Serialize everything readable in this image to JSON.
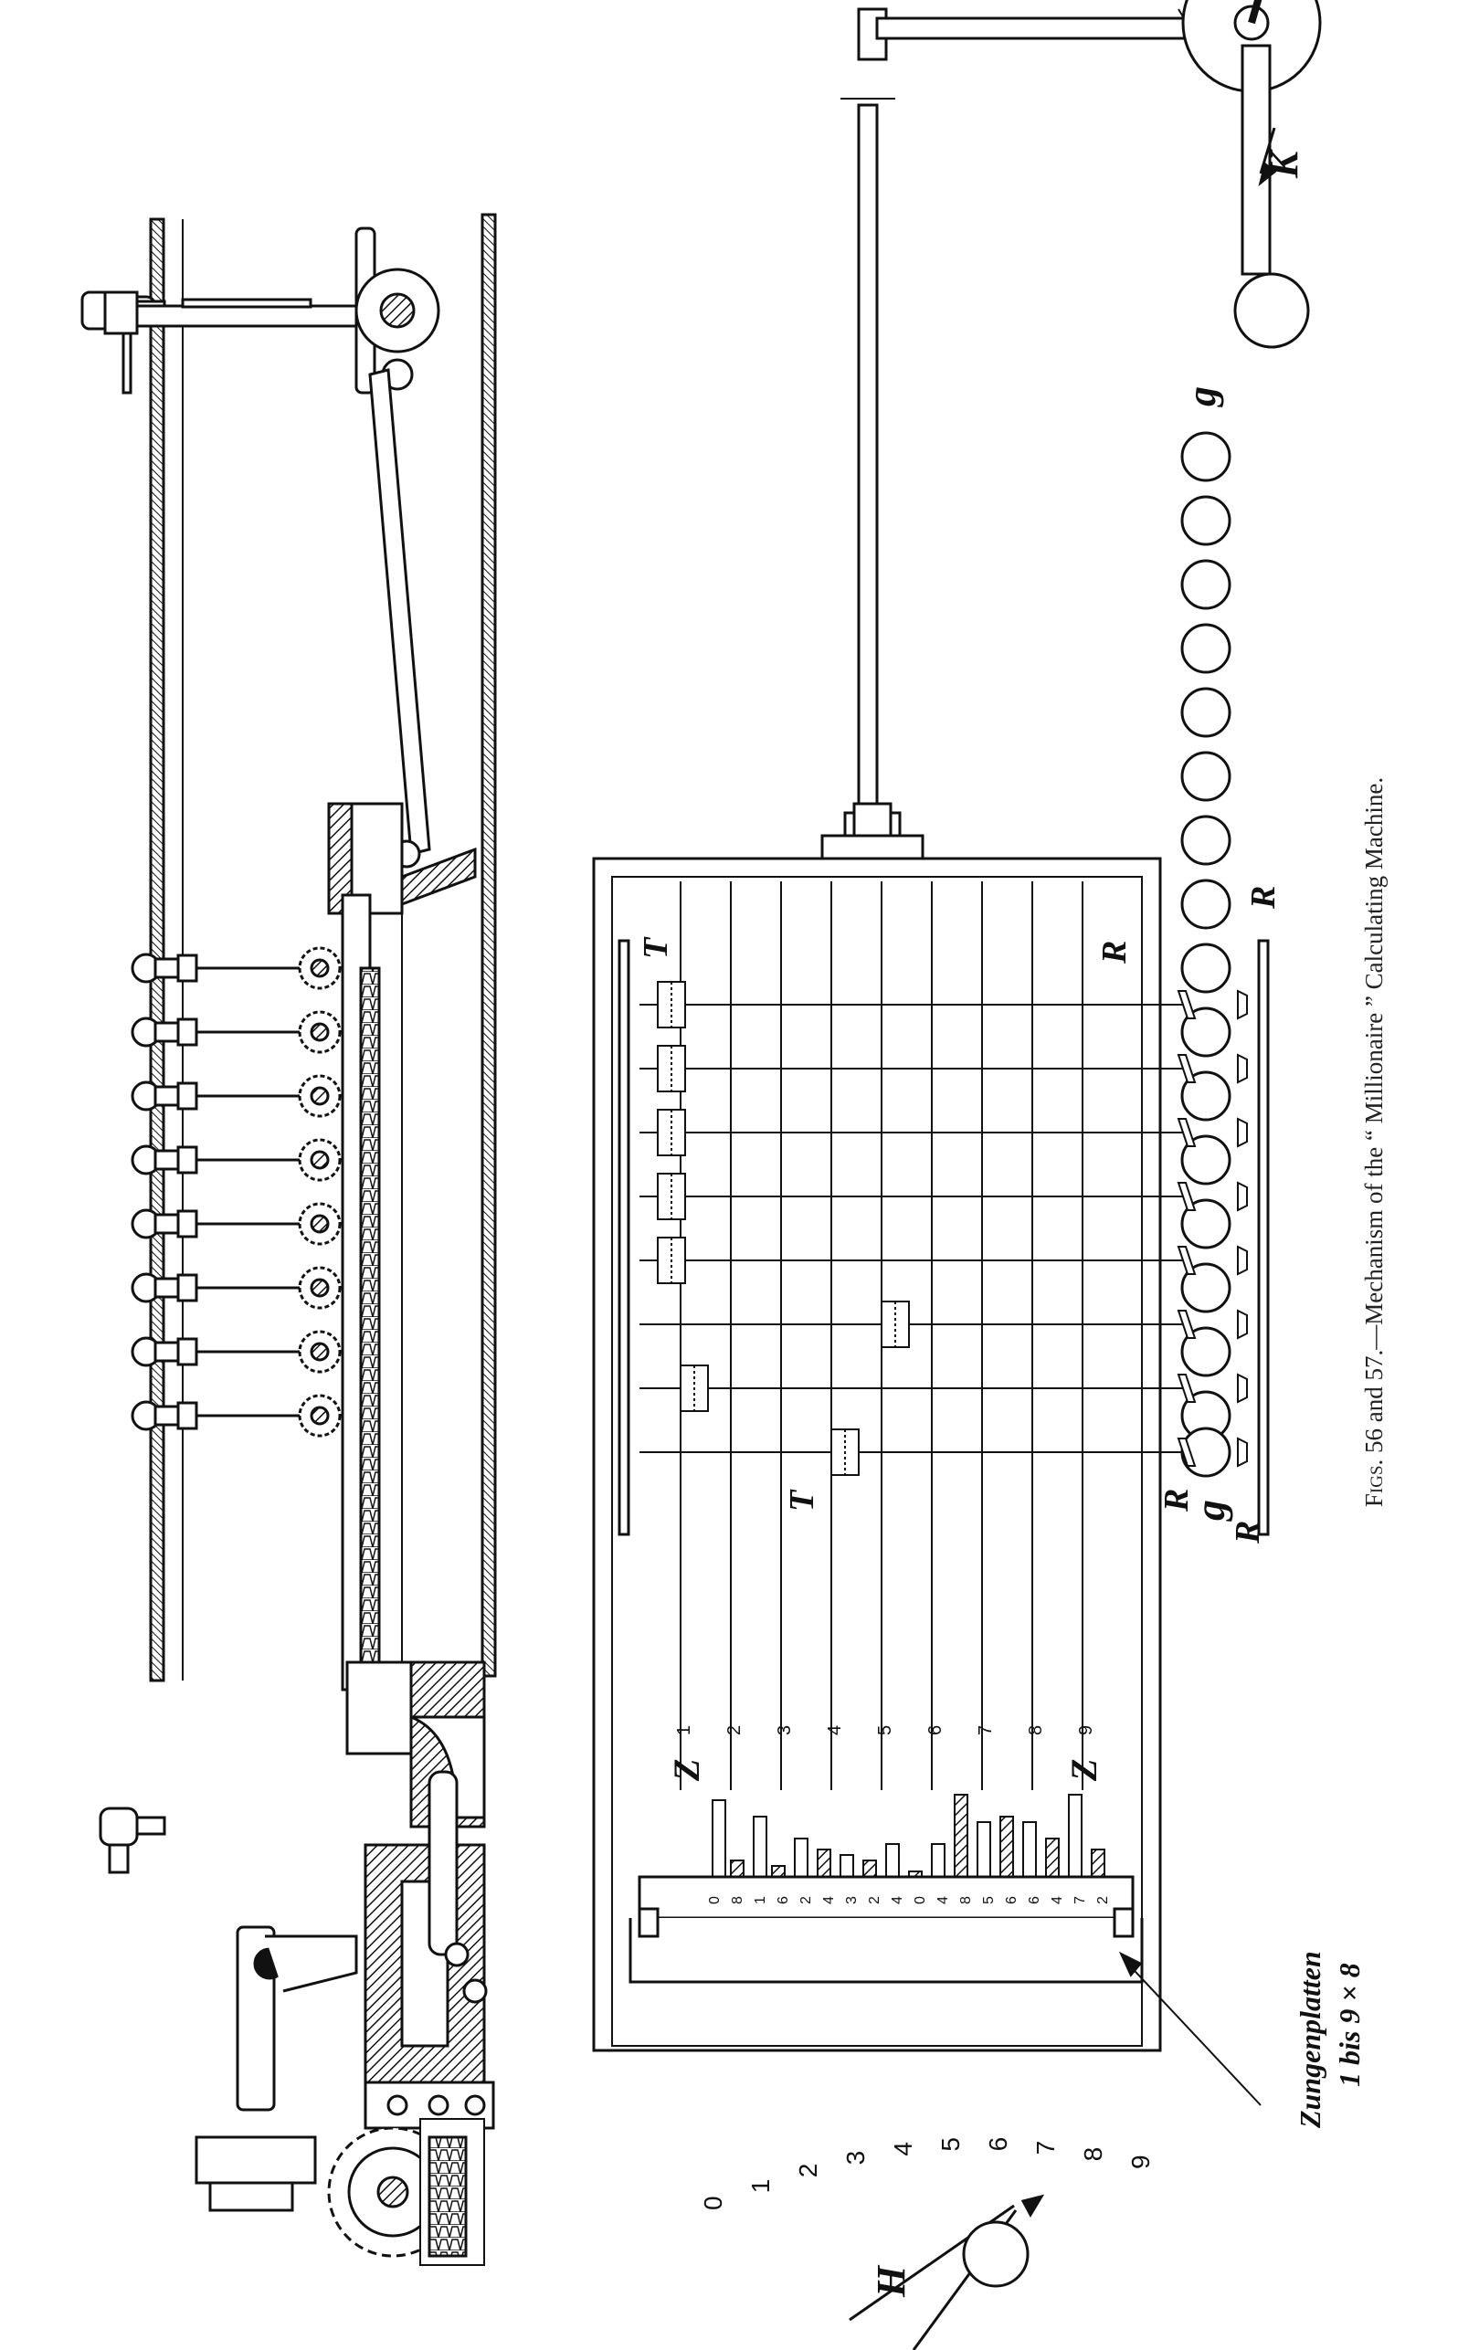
{
  "caption": {
    "prefix": "Figs.",
    "text": "56 and 57.—Mechanism of the “ Millionaire ” Calculating Machine."
  },
  "labels": {
    "K": "K",
    "g": "g",
    "R": "R",
    "T": "T",
    "Z": "Z",
    "H": "H"
  },
  "plate_annotation": {
    "line1": "Zungenplatten",
    "line2": "1 bis 9 × 8"
  },
  "row_numbers": [
    "1",
    "2",
    "3",
    "4",
    "5",
    "6",
    "7",
    "8",
    "9"
  ],
  "dial_digits": [
    "0",
    "1",
    "2",
    "3",
    "4",
    "5",
    "6",
    "7",
    "8",
    "9"
  ],
  "plate_digits": [
    "0",
    "8",
    "1",
    "6",
    "2",
    "4",
    "3",
    "2",
    "4",
    "0",
    "4",
    "8",
    "5",
    "6",
    "6",
    "4",
    "7",
    "2"
  ],
  "colors": {
    "ink": "#111111",
    "paper": "#ffffff"
  }
}
